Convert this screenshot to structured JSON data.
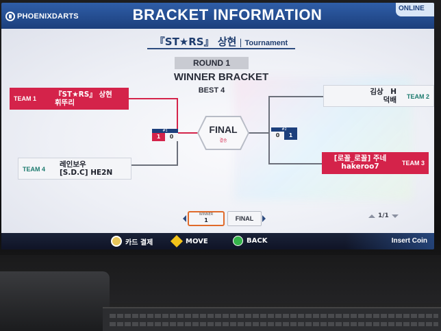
{
  "header": {
    "logo": "PHOENIXDARTS",
    "title": "BRACKET INFORMATION",
    "status": "ONLINE"
  },
  "tournament": {
    "name": "『ST★RS』 상현",
    "separator": "|",
    "type": "Tournament"
  },
  "round": {
    "label": "ROUND 1",
    "bracket": "WINNER BRACKET",
    "best_of": "BEST 4"
  },
  "teams": [
    {
      "label": "TEAM 1",
      "player1": "『ST★RS』 상현",
      "player2": "휘뚜리",
      "color": "#d4234a"
    },
    {
      "label": "TEAM 2",
      "player1": "김상　H",
      "player2": "덕배",
      "color": "#f4f5f8"
    },
    {
      "label": "TEAM 3",
      "player1": "[로꼴_로꼴] 주네",
      "player2": "hakeroo7",
      "color": "#d4234a"
    },
    {
      "label": "TEAM 4",
      "player1": "레인보우",
      "player2": "[S.D.C] HE2N",
      "color": "#f4f5f8"
    }
  ],
  "matches": [
    {
      "label": "#1",
      "score_top": "1",
      "score_bottom": "0"
    },
    {
      "label": "#2",
      "score_top": "0",
      "score_bottom": "1"
    }
  ],
  "final": {
    "label": "FINAL",
    "sub": "결승"
  },
  "stage_selector": {
    "winner_label": "WINNER",
    "winner_value": "1",
    "final_label": "FINAL",
    "page": "1/1"
  },
  "footer": {
    "card": "카드 결제",
    "move": "MOVE",
    "back": "BACK",
    "insert_coin": "Insert Coin"
  },
  "colors": {
    "header": "#2f5ea8",
    "accent_red": "#d4234a",
    "team_text": "#1c7a6e",
    "navy": "#1c3f7c"
  }
}
